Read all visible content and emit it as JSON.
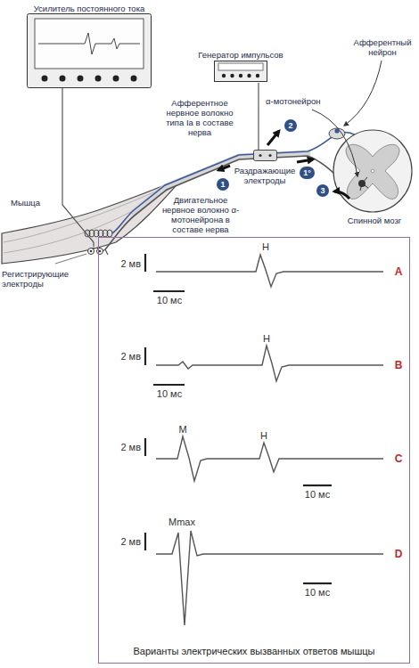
{
  "diagram": {
    "nodes": [
      {
        "text": [
          "Усилитель постоянного тока"
        ]
      },
      {
        "text": [
          "Генератор импульсов"
        ]
      },
      {
        "text": [
          "Раздражающие электроды"
        ]
      },
      {
        "text": [
          "Регистрирующие электроды"
        ]
      },
      {
        "text": [
          "Варианты электрических вызванных ответов мышцы"
        ]
      }
    ],
    "edges": [
      {
        "from": 0,
        "to": 3,
        "arrow": "none"
      },
      {
        "from": 1,
        "to": 2,
        "arrow": "none"
      }
    ],
    "labels": [
      "Мышца",
      "Афферентное нервное волокно типа Ia в составе нерва",
      "Двигательное нервное волокно α-мотонейрона в составе нерва",
      "Афферентный нейрон",
      "α-мотонейрон",
      "Спинной мозг",
      "1",
      "2",
      "1°",
      "3",
      "H",
      "2 мв",
      "10 мс",
      "A",
      "H",
      "2 мв",
      "10 мс",
      "B",
      "M",
      "H",
      "2 мв",
      "10 мс",
      "C",
      "Mmax",
      "2 мв",
      "10 мс",
      "D"
    ]
  }
}
